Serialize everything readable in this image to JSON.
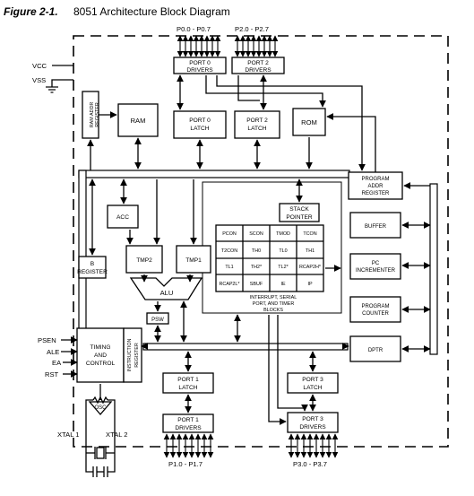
{
  "figure": {
    "label": "Figure 2-1.",
    "title": "8051 Architecture Block Diagram"
  },
  "pins": {
    "p0": "P0.0 - P0.7",
    "p2": "P2.0 - P2.7",
    "p1": "P1.0 - P1.7",
    "p3": "P3.0 - P3.7",
    "vcc": "VCC",
    "vss": "VSS",
    "psen": "PSEN",
    "ale": "ALE",
    "ea": "EA",
    "rst": "RST",
    "xtal1": "XTAL 1",
    "xtal2": "XTAL 2",
    "osc": "OSC"
  },
  "blocks": {
    "port0_drivers": [
      "PORT 0",
      "DRIVERS"
    ],
    "port2_drivers": [
      "PORT 2",
      "DRIVERS"
    ],
    "ram_addr_register": [
      "RAM ADDR",
      "REGISTER"
    ],
    "ram": "RAM",
    "port0_latch": [
      "PORT 0",
      "LATCH"
    ],
    "port2_latch": [
      "PORT 2",
      "LATCH"
    ],
    "rom": "ROM",
    "program_addr_register": [
      "PROGRAM",
      "ADDR",
      "REGISTER"
    ],
    "stack_pointer": [
      "STACK",
      "POINTER"
    ],
    "acc": "ACC",
    "buffer": "BUFFER",
    "b_register": [
      "B",
      "REGISTER"
    ],
    "tmp2": "TMP2",
    "tmp1": "TMP1",
    "pc_incrementer": [
      "PC",
      "INCREMENTER"
    ],
    "alu": "ALU",
    "program_counter": [
      "PROGRAM",
      "COUNTER"
    ],
    "psw": "PSW",
    "timing_control": [
      "TIMING",
      "AND",
      "CONTROL"
    ],
    "instruction_register": [
      "INSTRUCTION",
      "REGISTER"
    ],
    "dptr": "DPTR",
    "port1_latch": [
      "PORT 1",
      "LATCH"
    ],
    "port3_latch": [
      "PORT 3",
      "LATCH"
    ],
    "port1_drivers": [
      "PORT 1",
      "DRIVERS"
    ],
    "port3_drivers": [
      "PORT 3",
      "DRIVERS"
    ]
  },
  "sfr": {
    "rows": [
      [
        "PCON",
        "SCON",
        "TMOD",
        "TCON"
      ],
      [
        "T2CON",
        "TH0",
        "TL0",
        "TH1"
      ],
      [
        "TL1",
        "TH2*",
        "TL2*",
        "RCAP2H*"
      ],
      [
        "RCAP2L*",
        "SBUF",
        "IE",
        "IP"
      ]
    ],
    "caption": [
      "INTERRUPT, SERIAL",
      "PORT, AND TIMER",
      "BLOCKS"
    ]
  }
}
